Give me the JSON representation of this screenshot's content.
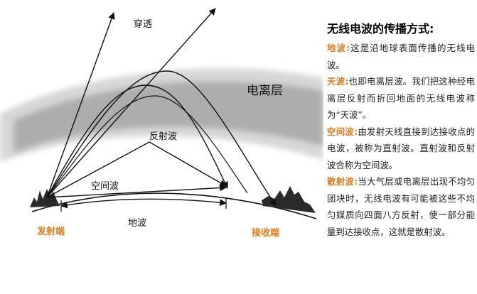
{
  "diagram": {
    "labels": {
      "penetration": "穿透",
      "ionosphere": "电离层",
      "reflected_wave": "反射波",
      "space_wave": "空间波",
      "ground_wave": "地波",
      "transmitter": "发射端",
      "receiver": "接收端"
    },
    "colors": {
      "accent": "#e07b1a",
      "line": "#111111",
      "band": "#9a9a9a"
    }
  },
  "panel": {
    "title": "无线电波的传播方式:",
    "sections": [
      {
        "term": "地波:",
        "text": "这是沿地球表面传播的无线电波。"
      },
      {
        "term": "天波:",
        "text": "也即电离层波。我们把这种经电离层反射而折回地面的无线电波称为“天波”。"
      },
      {
        "term": "空间波:",
        "text": "由发射天线直接到达接收点的电波，被称为直射波。直射波和反射波合称为空间波。"
      },
      {
        "term": "散射波:",
        "text": "当大气层或电离层出现不均匀团块时，无线电波有可能被这些不均匀媒质向四面八方反射，使一部分能量到达接收点，这就是散射波。"
      }
    ]
  }
}
